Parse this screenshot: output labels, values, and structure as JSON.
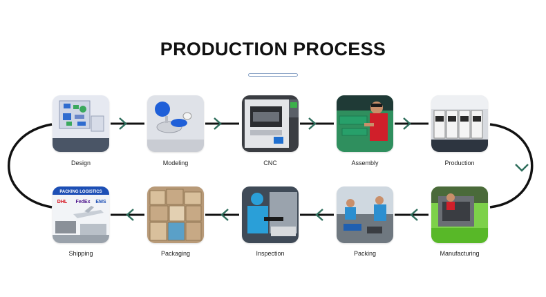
{
  "title": "PRODUCTION PROCESS",
  "steps": [
    {
      "label": "Design"
    },
    {
      "label": "Modeling"
    },
    {
      "label": "CNC"
    },
    {
      "label": "Assembly"
    },
    {
      "label": "Production"
    },
    {
      "label": "Manufacturing"
    },
    {
      "label": "Packing"
    },
    {
      "label": "Inspection"
    },
    {
      "label": "Packaging"
    },
    {
      "label": "Shipping"
    }
  ],
  "shipping_banner": "PACKING LOGISTICS",
  "carriers": [
    "DHL",
    "FedEx",
    "EMS"
  ],
  "colors": {
    "arrow": "#111111",
    "arrow_accent": "#2e6e5c",
    "underline": "#8aa3c6"
  }
}
